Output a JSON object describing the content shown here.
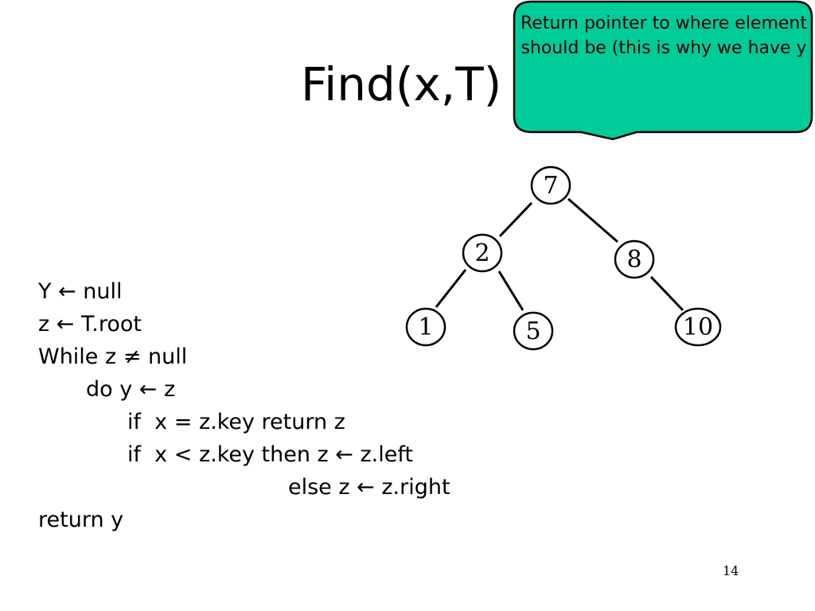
{
  "title": "Find(x,T)",
  "callout": {
    "text": "Return pointer to where element should be (this is why we have y",
    "fill": "#00CC99"
  },
  "tree": {
    "nodes": [
      {
        "id": "n7",
        "label": "7"
      },
      {
        "id": "n2",
        "label": "2"
      },
      {
        "id": "n8",
        "label": "8"
      },
      {
        "id": "n1",
        "label": "1"
      },
      {
        "id": "n5",
        "label": "5"
      },
      {
        "id": "n10",
        "label": "10"
      }
    ],
    "edges": [
      {
        "from": "7",
        "to": "2"
      },
      {
        "from": "7",
        "to": "8"
      },
      {
        "from": "2",
        "to": "1"
      },
      {
        "from": "2",
        "to": "5"
      },
      {
        "from": "8",
        "to": "10"
      }
    ]
  },
  "code": [
    "Y ← null",
    "z ← T.root",
    "While z ≠ null",
    "do y ← z",
    "if  x = z.key return z",
    "if  x < z.key then z ← z.left",
    "else z ← z.right",
    "return y"
  ],
  "slide_number": "14"
}
